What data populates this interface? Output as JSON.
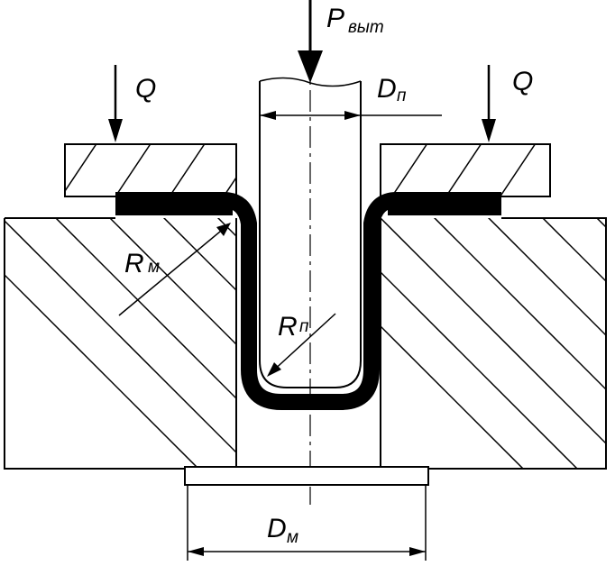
{
  "labels": {
    "force_main": "P",
    "force_main_sub": "выт",
    "clamp_force_left": "Q",
    "clamp_force_right": "Q",
    "punch_diameter": "D",
    "punch_diameter_sub": "п",
    "die_radius": "R",
    "die_radius_sub": "м",
    "punch_radius": "R",
    "punch_radius_sub": "п",
    "die_diameter": "D",
    "die_diameter_sub": "м"
  },
  "colors": {
    "line": "#000000",
    "background": "#ffffff",
    "blank": "#000000"
  }
}
